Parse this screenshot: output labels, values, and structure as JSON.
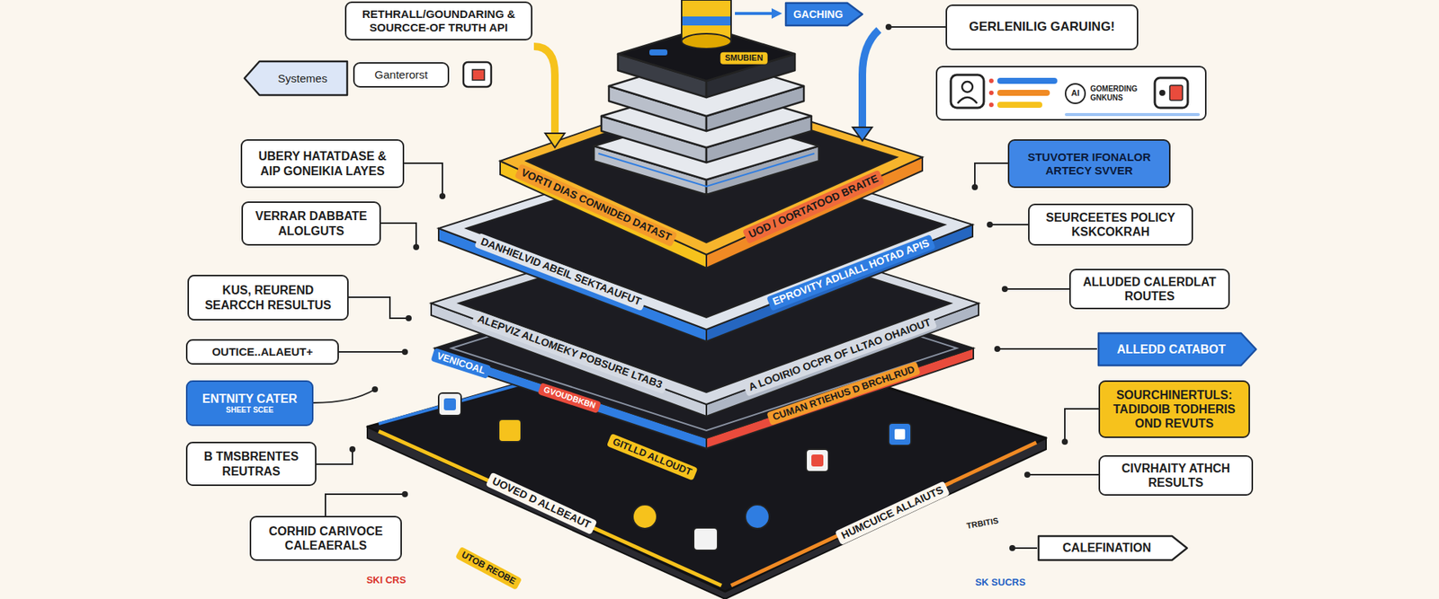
{
  "diagram": {
    "nodes": [
      {
        "text": [
          "RETHRALL/GOUNDARING & SOURCCE-OF TRUTH API"
        ]
      },
      {
        "text": [
          "GACHING"
        ]
      },
      {
        "text": [
          "GERLENILIG GARUING!"
        ]
      },
      {
        "text": [
          "Systemes"
        ]
      },
      {
        "text": [
          "Ganterorst"
        ]
      },
      {
        "text": [
          "AI",
          "GOMERDING GNKUNS"
        ]
      },
      {
        "text": [
          "UBERY HATATDASE & AIP GONEIKIA LAYES"
        ]
      },
      {
        "text": [
          "STUVOTER IFONALOR ARTECY SVVER"
        ]
      },
      {
        "text": [
          "VERRAR DABBATE ALOLGUTS"
        ]
      },
      {
        "text": [
          "SEURCEETES POLICY KSKCOKRAH"
        ]
      },
      {
        "text": [
          "ALLUDED CALERDLAT ROUTES"
        ]
      },
      {
        "text": [
          "KUS, REUREND SEARCCH RESULTUS"
        ]
      },
      {
        "text": [
          "ALLEDD CATABOT"
        ]
      },
      {
        "text": [
          "OUTICE..ALAEUT+"
        ]
      },
      {
        "text": [
          "ENTNITY CATER",
          "SHEET SCEE"
        ]
      },
      {
        "text": [
          "SOURCHINERTULS: TADIDOIB TODHERIS OND REVUTS"
        ]
      },
      {
        "text": [
          "B TMSBRENTES REUTRAS"
        ]
      },
      {
        "text": [
          "CIVRHAITY ATHCH RESULTS"
        ]
      },
      {
        "text": [
          "CORHID CARIVOCE CALEAERALS"
        ]
      },
      {
        "text": [
          "CALEFINATION"
        ]
      }
    ],
    "labels": [
      "SMUBIEN",
      "VORTI DIAS CONNIDED DATAST",
      "UOD / OORTATOOD BRAITE",
      "DANHIELVID ABEIL SEKTAAUFUT",
      "EPROVITY ADLIALL HOTAD APIS",
      "ALEPVIZ ALLOMEKY POBSURE LTAB3",
      "A LOOIRIO OCPR OF LLTAO OHAIOUT",
      "VENICOAL",
      "GVOUDBKBN",
      "GITLLD ALLOUDT",
      "CUMAN RTIEHUS D BRCHLRUD",
      "UOVED D ALLBEAUT",
      "HUMCUICE ALLAIUTS",
      "UTOB REOBE",
      "SKI CRS",
      "TRBITIS",
      "SK SUCRS"
    ]
  }
}
